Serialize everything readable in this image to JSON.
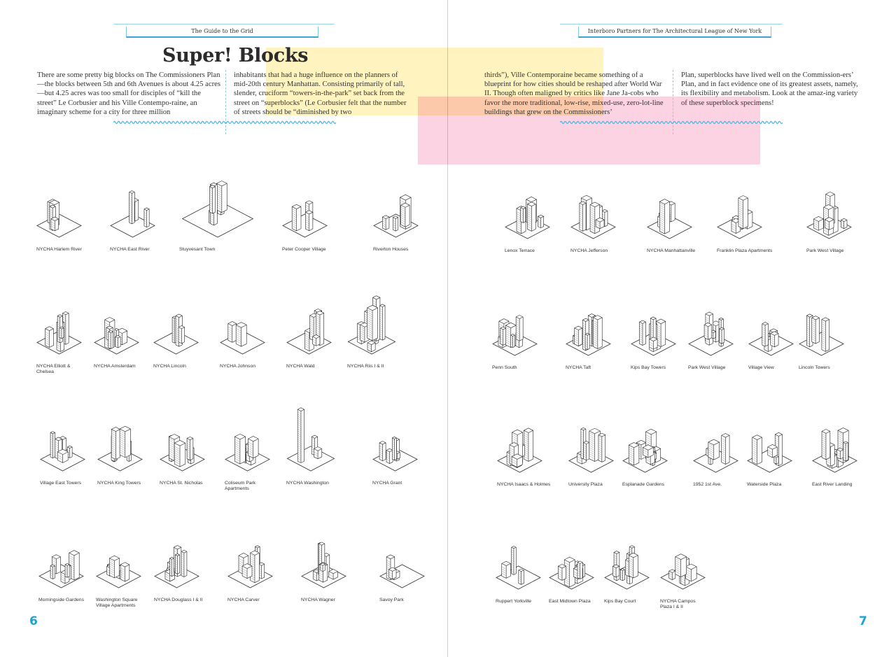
{
  "left_page": {
    "running_head": "The Guide to the Grid",
    "title": "Super! Blocks",
    "columns": [
      "There are some pretty big blocks on The Commissioners Plan—the blocks between 5th and 6th Avenues is about 4.25 acres—but 4.25 acres was too small for disciples of “kill the street” Le Corbusier and his Ville Contempo-raine, an imaginary scheme for a city for three million",
      "inhabitants that had a huge influence on the planners of mid-20th century Manhattan. Consisting primarily of tall, slender, cruciform “towers-in-the-park” set back from the street on “superblocks” (Le Corbusier felt that the number of streets should be “diminished by two"
    ],
    "page_number": "6",
    "specimens": [
      "NYCHA Harlem River",
      "NYCHA East River",
      "Stuyvesant Town",
      "Peter Cooper Village",
      "Riverton Houses",
      "NYCHA Elliott &\nChelsea",
      "NYCHA Amsterdam",
      "NYCHA Lincoln",
      "NYCHA Johnson",
      "NYCHA Wald",
      "NYCHA Riis I & II",
      "Village East Towers",
      "NYCHA King Towers",
      "NYCHA St. Nicholas",
      "Coliseum Park\nApartments",
      "NYCHA Washington",
      "NYCHA Grant",
      "Morningside Gardens",
      "Washington Square\nVillage Apartments",
      "NYCHA Douglass I & II",
      "NYCHA Carver",
      "NYCHA Wagner",
      "Savoy Park"
    ]
  },
  "right_page": {
    "running_head": "Interboro Partners for The Architectural League of New York",
    "columns": [
      "thirds”), Ville Contemporaine became something of a blueprint for how cities should be reshaped after World War II. Though often maligned by critics like Jane Ja-cobs who favor the more traditional, low-rise, mixed-use, zero-lot-line buildings that grew on the Commissioners’",
      "Plan, superblocks have lived well on the Commission-ers’ Plan, and in fact evidence one of its greatest assets, namely, its flexibility and metabolism. Look at the amaz-ing variety of these superblock specimens!"
    ],
    "page_number": "7",
    "specimens": [
      "Lenox Terrace",
      "NYCHA Jefferson",
      "NYCHA Manhattanville",
      "Franklin Plaza Apartments",
      "Park West Village",
      "Penn South",
      "NYCHA Taft",
      "Kips Bay Towers",
      "Park West Village",
      "Village View",
      "Lincoln Towers",
      "NYCHA Isaacs & Holmes",
      "University Plaza",
      "Esplanade Gardens",
      "1952 1st Ave.",
      "Waterside Plaza",
      "East River Landing",
      "Ruppert Yorkville",
      "East Midtown Plaza",
      "Kips Bay Court",
      "NYCHA Campos\nPlaza I & II"
    ]
  },
  "colors": {
    "accent": "#1ba3d3",
    "highlight_yellow": "#fff4bf",
    "highlight_pink": "#fcd3e3"
  }
}
